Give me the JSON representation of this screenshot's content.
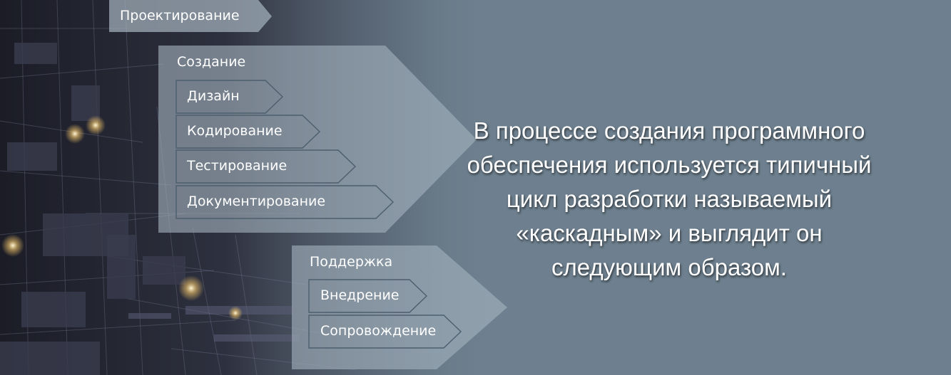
{
  "diagram": {
    "phases": [
      {
        "title": "Проектирование",
        "steps": []
      },
      {
        "title": "Создание",
        "steps": [
          "Дизайн",
          "Кодирование",
          "Тестирование",
          "Документирование"
        ]
      },
      {
        "title": "Поддержка",
        "steps": [
          "Внедрение",
          "Сопровождение"
        ]
      }
    ]
  },
  "description": {
    "lines": [
      "В процессе создания программного",
      "обеспечения используется типичный",
      "цикл разработки называемый",
      "«каскадным» и выглядит он",
      "следующим образом."
    ]
  },
  "colors": {
    "background": "#6e808f",
    "panel": "#a3b2bd",
    "text": "#ffffff"
  }
}
